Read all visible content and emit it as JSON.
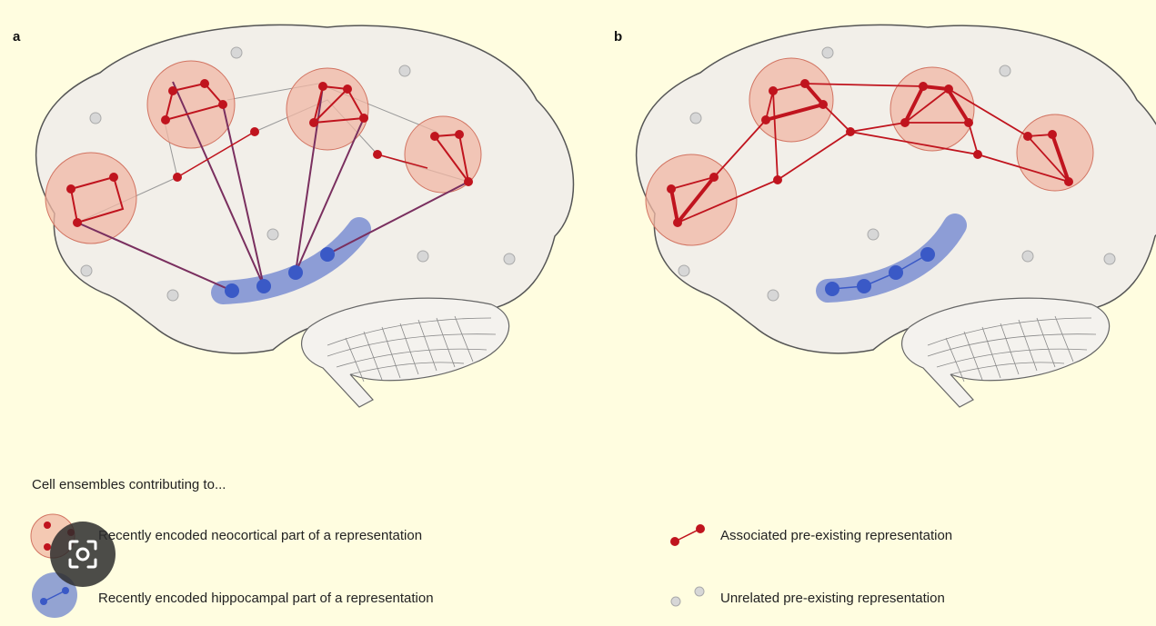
{
  "panels": [
    {
      "label": "a"
    },
    {
      "label": "b"
    }
  ],
  "legend": {
    "title": "Cell ensembles contributing to...",
    "items": [
      {
        "key": "neocortical",
        "text": "Recently encoded neocortical part of a representation"
      },
      {
        "key": "hippocampal",
        "text": "Recently encoded hippocampal part of a representation"
      },
      {
        "key": "associated",
        "text": "Associated pre-existing representation"
      },
      {
        "key": "unrelated",
        "text": "Unrelated pre-existing representation"
      }
    ]
  },
  "colors": {
    "background": "#fffde0",
    "brain_fill": "#f2efe9",
    "ensemble_fill": "#f0b7a4",
    "node_red": "#c0141e",
    "hippocampus_blue": "#3a59c6",
    "unrelated_grey": "#c8c8c8"
  },
  "overlay": {
    "icon": "visual-search-lens-icon"
  }
}
